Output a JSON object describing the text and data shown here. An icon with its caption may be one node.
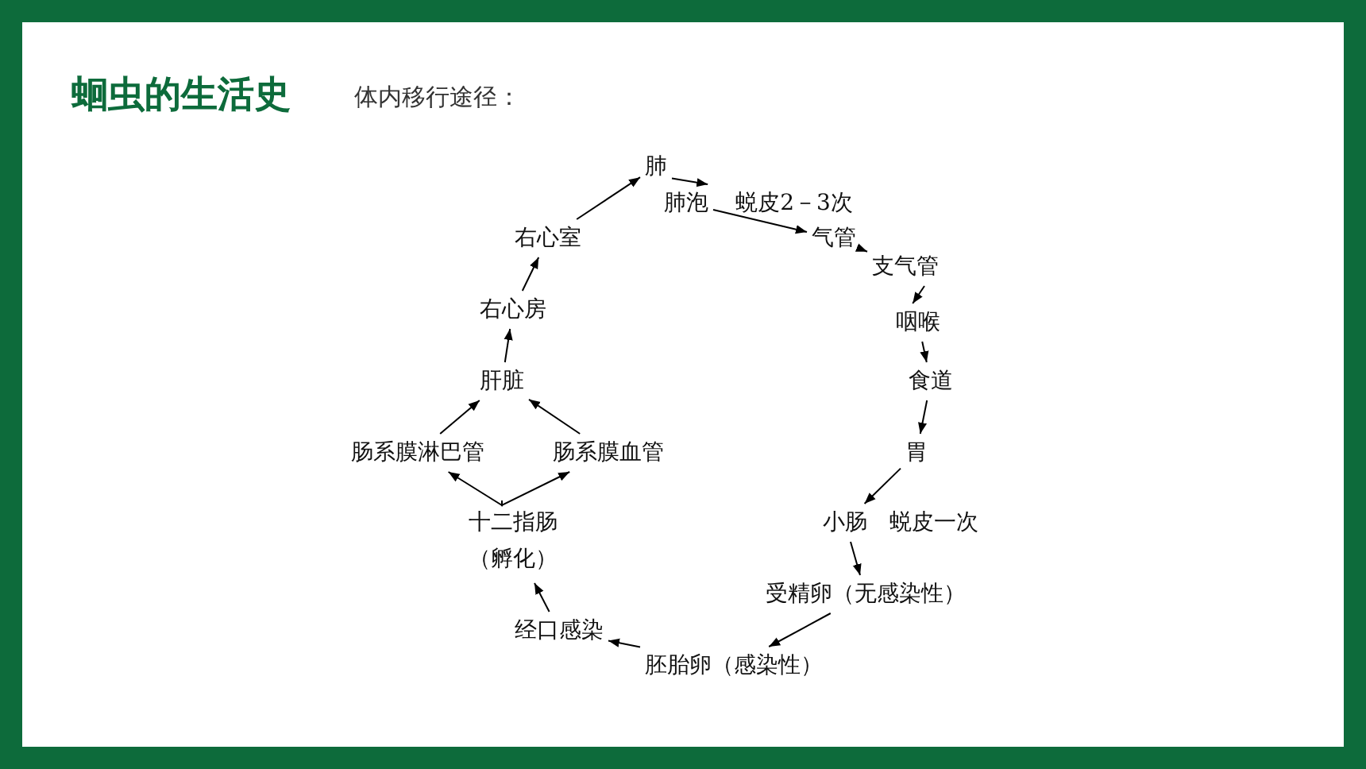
{
  "diagram": {
    "title": "蛔虫的生活史",
    "nodes": [
      {
        "text": [
          "肺"
        ]
      },
      {
        "text": [
          "肺泡"
        ]
      },
      {
        "text": [
          "气管"
        ]
      },
      {
        "text": [
          "支气管"
        ]
      },
      {
        "text": [
          "咽喉"
        ]
      },
      {
        "text": [
          "食道"
        ]
      },
      {
        "text": [
          "胃"
        ]
      },
      {
        "text": [
          "小肠"
        ],
        "beside": [
          "蜕皮一次"
        ]
      },
      {
        "text": [
          "受精卵（无感染性）"
        ]
      },
      {
        "text": [
          "胚胎卵（感染性）"
        ]
      },
      {
        "text": [
          "经口感染"
        ]
      },
      {
        "text": [
          "十二指肠",
          "（孵化）"
        ]
      },
      {
        "text": [
          "肠系膜淋巴管"
        ]
      },
      {
        "text": [
          "肠系膜血管"
        ]
      },
      {
        "text": [
          "肝脏"
        ]
      },
      {
        "text": [
          "右心房"
        ]
      },
      {
        "text": [
          "右心室"
        ]
      }
    ],
    "edges": [
      {
        "from": 0,
        "to": 1,
        "arrow": "to"
      },
      {
        "from": 1,
        "to": 2,
        "arrow": "to"
      },
      {
        "from": 2,
        "to": 3,
        "arrow": "to"
      },
      {
        "from": 3,
        "to": 4,
        "arrow": "to"
      },
      {
        "from": 4,
        "to": 5,
        "arrow": "to"
      },
      {
        "from": 5,
        "to": 6,
        "arrow": "to"
      },
      {
        "from": 6,
        "to": 7,
        "arrow": "to"
      },
      {
        "from": 7,
        "to": 8,
        "arrow": "to"
      },
      {
        "from": 8,
        "to": 9,
        "arrow": "to"
      },
      {
        "from": 9,
        "to": 10,
        "arrow": "to"
      },
      {
        "from": 10,
        "to": 11,
        "arrow": "to"
      },
      {
        "from": 11,
        "to": 12,
        "arrow": "to"
      },
      {
        "from": 11,
        "to": 13,
        "arrow": "to"
      },
      {
        "from": 12,
        "to": 14,
        "arrow": "to"
      },
      {
        "from": 13,
        "to": 14,
        "arrow": "to"
      },
      {
        "from": 14,
        "to": 15,
        "arrow": "to"
      },
      {
        "from": 15,
        "to": 16,
        "arrow": "to"
      },
      {
        "from": 16,
        "to": 0,
        "arrow": "to"
      }
    ],
    "labels": [
      "体内移行途径：",
      "蜕皮2－3次"
    ]
  }
}
